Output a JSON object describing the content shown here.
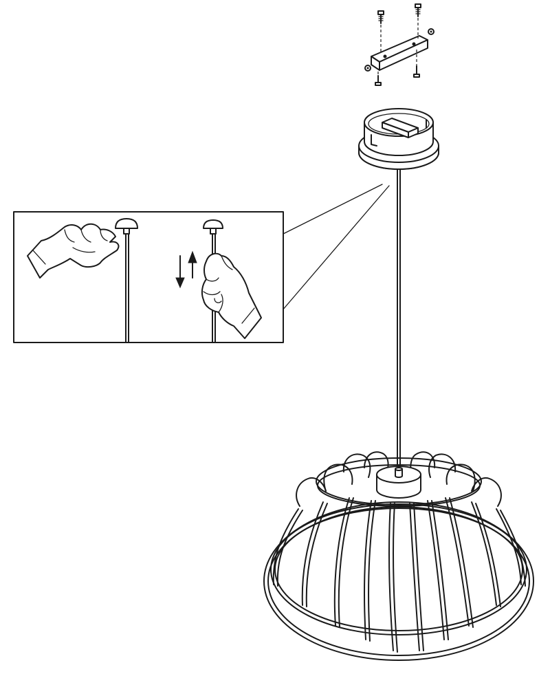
{
  "diagram": {
    "kind": "pendant lamp installation drawing",
    "palette": {
      "ink": "#1a1a1a",
      "paper": "#ffffff"
    },
    "parts": [
      "mounting-bracket",
      "ceiling-canopy",
      "suspension-cable",
      "cable-adjustment-detail",
      "dome-cage-shade"
    ],
    "detail_steps": [
      "push-release-cable-gripper",
      "slide-cable-up-down"
    ],
    "arrows": [
      "down-arrow-icon",
      "up-arrow-icon"
    ]
  }
}
